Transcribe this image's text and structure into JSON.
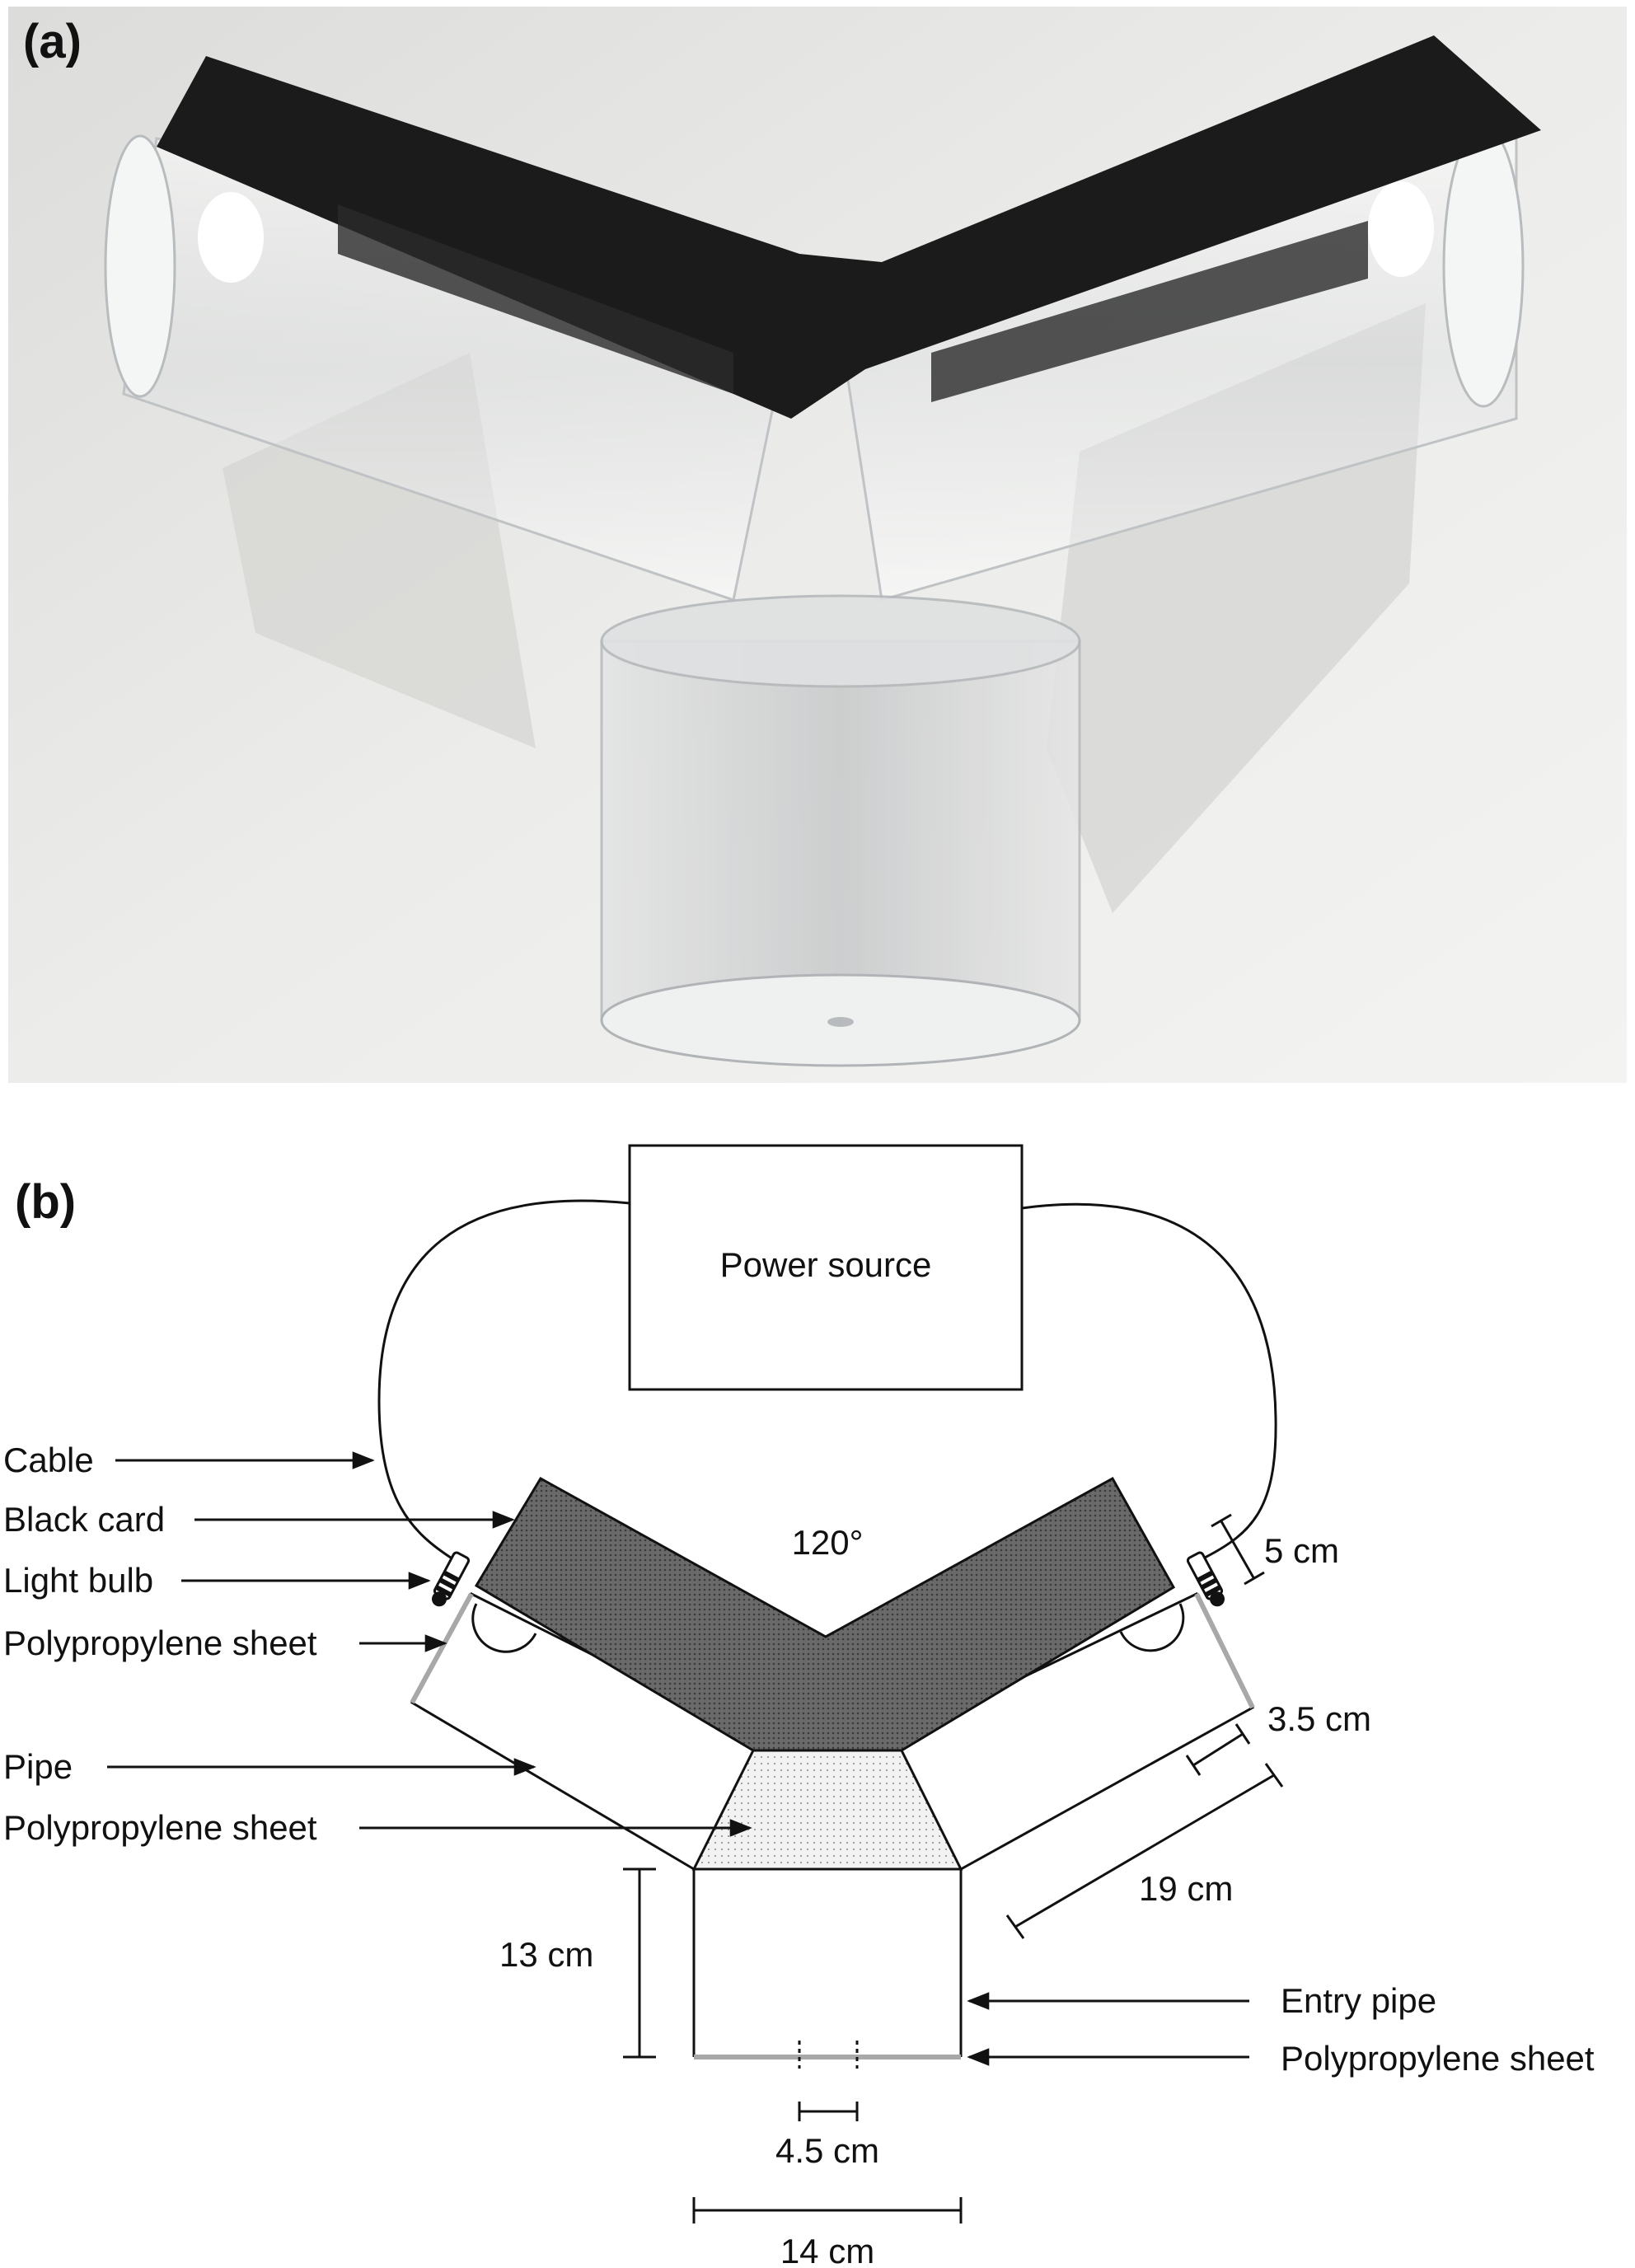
{
  "panels": {
    "a": {
      "letter": "(a)"
    },
    "b": {
      "letter": "(b)"
    }
  },
  "diagram": {
    "power_source": "Power source",
    "angle": "120°",
    "labels": {
      "cable": "Cable",
      "black_card": "Black card",
      "light_bulb": "Light bulb",
      "polypropylene_sheet_side": "Polypropylene sheet",
      "pipe": "Pipe",
      "polypropylene_sheet_center": "Polypropylene sheet",
      "entry_pipe": "Entry pipe",
      "polypropylene_sheet_bottom": "Polypropylene sheet"
    },
    "dimensions": {
      "bulb_width": "5 cm",
      "arm_offset": "3.5 cm",
      "arm_length": "19 cm",
      "entry_height": "13 cm",
      "hole_gap": "4.5 cm",
      "entry_width": "14 cm"
    }
  },
  "colors": {
    "black_card": "#5e5e5e",
    "center_sheet": "#ececec",
    "polypropylene_edge": "#a8a8a8",
    "photo_background": "#e9e9e7",
    "tube_tape": "#1b1b1b"
  }
}
